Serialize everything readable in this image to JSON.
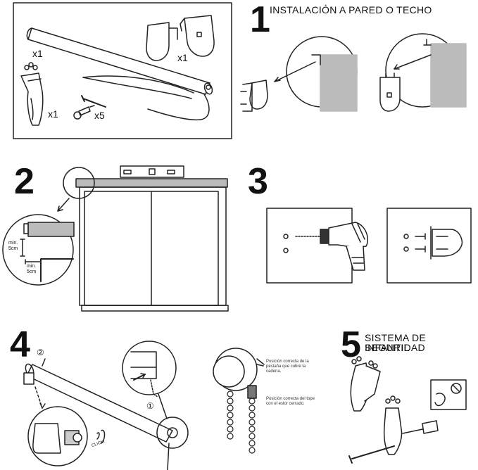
{
  "contents_box": {
    "qty_tube": "x1",
    "qty_brackets": "x1",
    "qty_clip": "x1",
    "qty_screws": "x5"
  },
  "step1": {
    "number": "1",
    "title": "INSTALACIÓN A PARED O TECHO"
  },
  "step2": {
    "number": "2",
    "dim_vertical": "min.\n5cm",
    "dim_horizontal": "min.\n5cm"
  },
  "step3": {
    "number": "3"
  },
  "step4": {
    "number": "4",
    "marker_one": "①",
    "marker_two": "②",
    "click_label": "CLICK!",
    "note_tab": "Posición correcta de la pestaña que cubre la cadena.",
    "note_stop": "Posición correcta del tope con el estor cerrado."
  },
  "step5": {
    "number": "5",
    "title_line1": "SISTEMA DE SEGURIDAD",
    "title_line2": "INFANTIL"
  }
}
